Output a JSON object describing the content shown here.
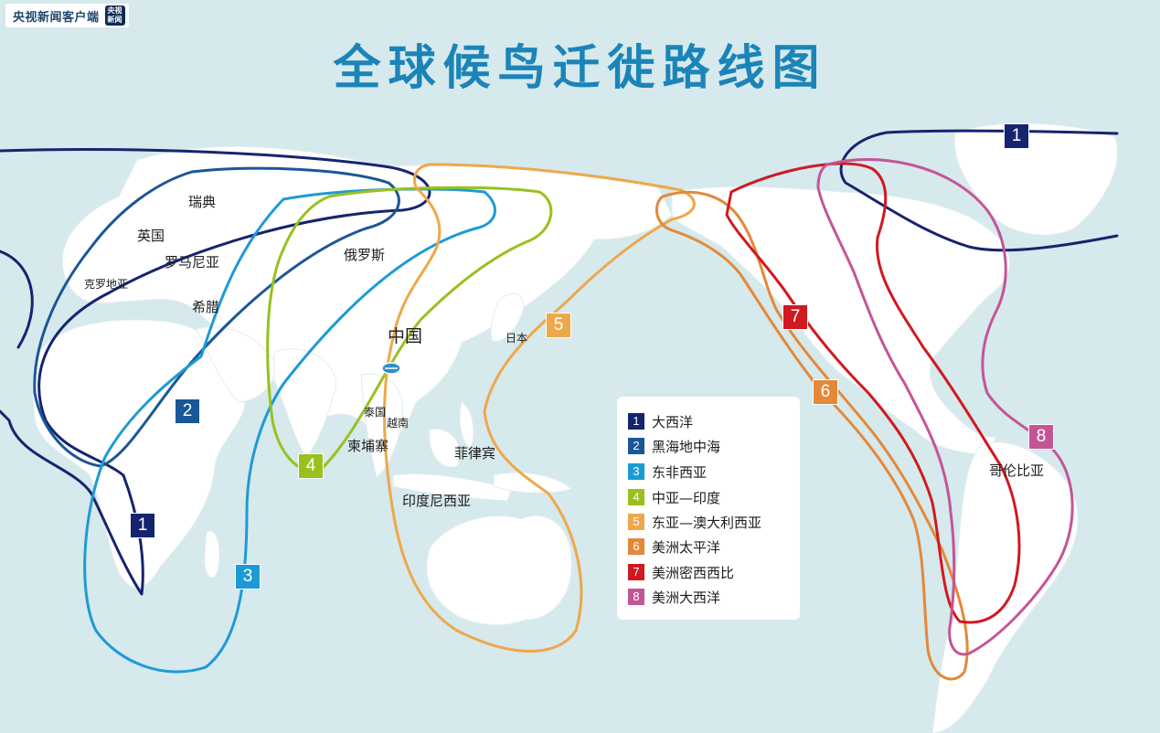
{
  "brand": {
    "text": "央视新闻客户端",
    "logo_line1": "央视",
    "logo_line2": "新闻"
  },
  "title": "全球候鸟迁徙路线图",
  "labels": {
    "sweden": "瑞典",
    "uk": "英国",
    "romania": "罗马尼亚",
    "croatia": "克罗地亚",
    "greece": "希腊",
    "russia": "俄罗斯",
    "china": "中国",
    "japan": "日本",
    "thailand": "泰国",
    "vietnam": "越南",
    "cambodia": "柬埔寨",
    "philippines": "菲律宾",
    "indonesia": "印度尼西亚",
    "colombia": "哥伦比亚"
  },
  "badges": {
    "b1_africa": "1",
    "b1_greenland": "1",
    "b2": "2",
    "b3": "3",
    "b4": "4",
    "b5": "5",
    "b6": "6",
    "b7": "7",
    "b8": "8"
  },
  "legend": [
    {
      "num": "1",
      "name": "大西洋",
      "color": "#16246f"
    },
    {
      "num": "2",
      "name": "黑海地中海",
      "color": "#1a5797"
    },
    {
      "num": "3",
      "name": "东非西亚",
      "color": "#1d9ad6"
    },
    {
      "num": "4",
      "name": "中亚—印度",
      "color": "#98c11f"
    },
    {
      "num": "5",
      "name": "东亚—澳大利西亚",
      "color": "#eea84a"
    },
    {
      "num": "6",
      "name": "美洲太平洋",
      "color": "#e3893a"
    },
    {
      "num": "7",
      "name": "美洲密西西比",
      "color": "#d01920"
    },
    {
      "num": "8",
      "name": "美洲大西洋",
      "color": "#c55497"
    }
  ],
  "colors": {
    "ocean": "#d6e9ec",
    "land": "#ffffff",
    "title": "#1b84b8",
    "r1": "#16246f",
    "r2": "#1a5797",
    "r3": "#1d9ad6",
    "r4": "#98c11f",
    "r5": "#eea84a",
    "r6": "#e3893a",
    "r7": "#d01920",
    "r8": "#c55497"
  },
  "icons": {
    "china_marker": "bird-sanctuary-icon"
  }
}
